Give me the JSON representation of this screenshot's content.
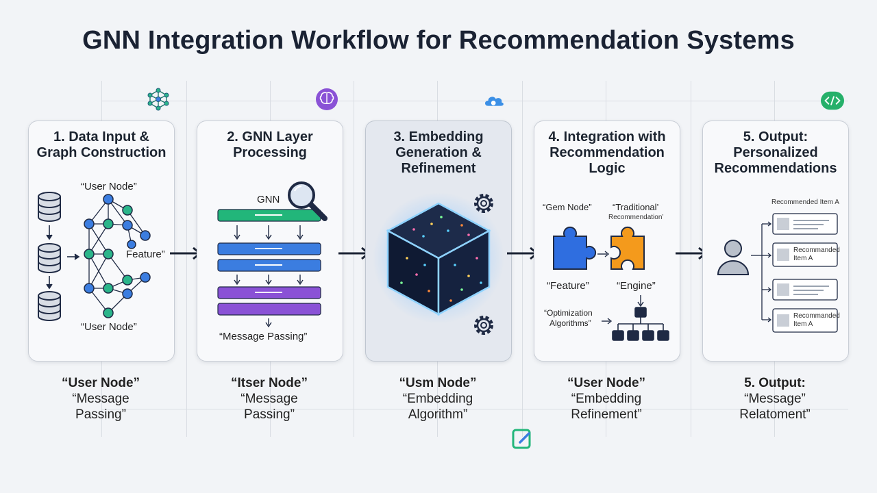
{
  "title": "GNN Integration Workflow for Recommendation Systems",
  "colors": {
    "background": "#f2f4f7",
    "green_bar": "#22b67a",
    "blue_bar": "#3b7de0",
    "purple_bar": "#8a52d6",
    "puzzle_blue": "#2f6ee0",
    "puzzle_orange": "#f49a1c",
    "node_navy": "#1f2a44"
  },
  "top_icons": [
    "network-icon",
    "brain-icon",
    "cloud-icon",
    "code-icon"
  ],
  "bottom_icon": "edit-icon",
  "steps": [
    {
      "title": "1. Data Input & Graph Construction",
      "labels": {
        "top": "“User Node”",
        "feature": "Feature”",
        "bottom": "“User Node”"
      },
      "caption": {
        "line1": "“User Node”",
        "line2": "“Message",
        "line3": "Passing”"
      }
    },
    {
      "title": "2. GNN Layer Processing",
      "labels": {
        "gnn": "GNN",
        "message": "“Message Passing”"
      },
      "caption": {
        "line1": "“Itser Node”",
        "line2": "“Message",
        "line3": "Passing”"
      }
    },
    {
      "title": "3. Embedding Generation & Refinement",
      "caption": {
        "line1": "“Usm Node”",
        "line2": "“Embedding",
        "line3": "Algorithm”"
      }
    },
    {
      "title": "4. Integration with Recommendation Logic",
      "labels": {
        "gem": "“Gem Node”",
        "traditional_1": "“Traditional’",
        "traditional_2": "Recommendation’",
        "feature": "“Feature”",
        "engine": "“Engine”",
        "optimization_1": "“Optimization",
        "optimization_2": "Algorithms”"
      },
      "caption": {
        "line1": "“User Node”",
        "line2": "“Embedding",
        "line3": "Refinement”"
      }
    },
    {
      "title": "5. Output: Personalized Recommendations",
      "labels": {
        "header": "Recommended Item A",
        "item_a_1": "Recommanded",
        "item_a_2": "Item A",
        "item_b_1": "Recommanded",
        "item_b_2": "Item A"
      },
      "caption": {
        "line1": "5. Output:",
        "line2": "“Message”",
        "line3": "Relatoment”"
      }
    }
  ]
}
